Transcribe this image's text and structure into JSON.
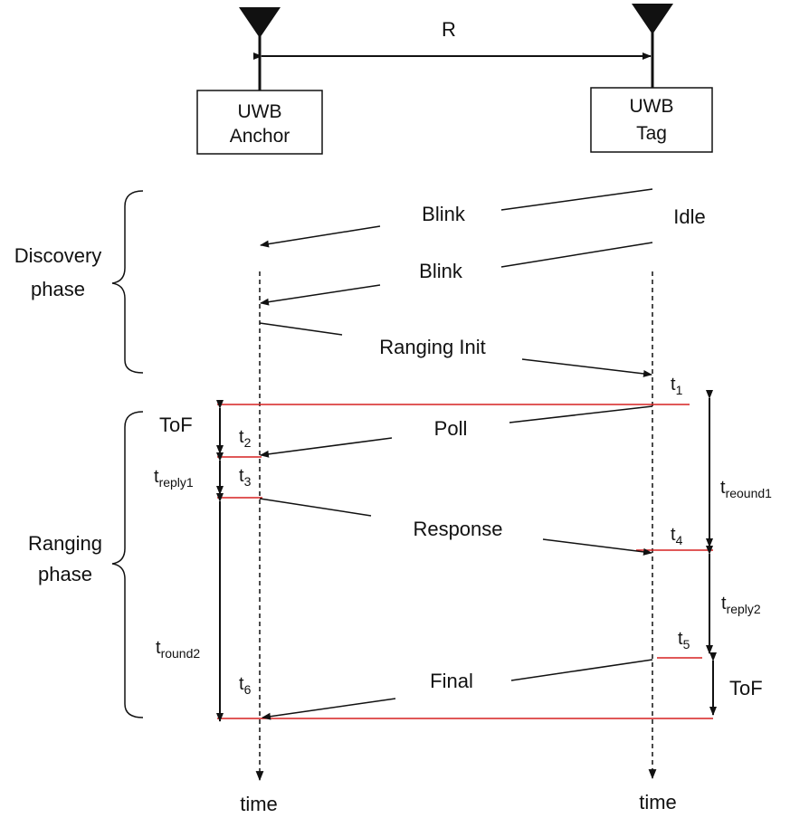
{
  "distance_label": "R",
  "anchor": {
    "line1": "UWB",
    "line2": "Anchor"
  },
  "tag": {
    "line1": "UWB",
    "line2": "Tag"
  },
  "phases": {
    "discovery": [
      "Discovery",
      "phase"
    ],
    "ranging": [
      "Ranging",
      "phase"
    ]
  },
  "messages": {
    "blink1": "Blink",
    "idle": "Idle",
    "blink2": "Blink",
    "ranging_init": "Ranging Init",
    "poll": "Poll",
    "response": "Response",
    "final": "Final"
  },
  "timestamps": {
    "t1": {
      "base": "t",
      "sub": "1"
    },
    "t2": {
      "base": "t",
      "sub": "2"
    },
    "t3": {
      "base": "t",
      "sub": "3"
    },
    "t4": {
      "base": "t",
      "sub": "4"
    },
    "t5": {
      "base": "t",
      "sub": "5"
    },
    "t6": {
      "base": "t",
      "sub": "6"
    }
  },
  "intervals": {
    "tof_left": "ToF",
    "tof_right": "ToF",
    "treply1": {
      "base": "t",
      "sub": "reply1"
    },
    "tround2": {
      "base": "t",
      "sub": "round2"
    },
    "treound1": {
      "base": "t",
      "sub": "reound1"
    },
    "treply2": {
      "base": "t",
      "sub": "reply2"
    }
  },
  "time_axis": {
    "anchor": "time",
    "tag": "time"
  },
  "colors": {
    "timing_line": "#d62020",
    "ink": "#111111"
  }
}
